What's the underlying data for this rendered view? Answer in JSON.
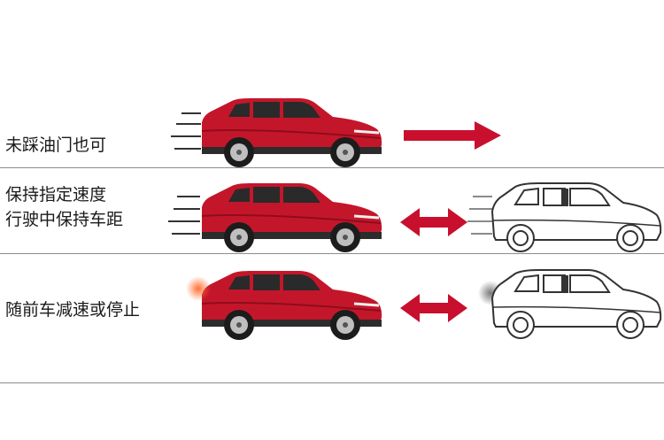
{
  "rows": [
    {
      "label_line1": "未踩油门也可",
      "label_line2": "保持指定速度"
    },
    {
      "label": "行驶中保持车距"
    },
    {
      "label": "随前车减速或停止"
    }
  ],
  "colors": {
    "red_car": "#c4162a",
    "arrow": "#c8102e",
    "divider": "#8c8c8c",
    "brake_light": "#e8572a",
    "white_car_stroke": "#333333"
  },
  "icons": [
    "red-suv-icon",
    "white-hatchback-icon",
    "right-arrow-icon",
    "double-arrow-icon",
    "speed-lines-icon",
    "brake-light-glow-icon"
  ]
}
